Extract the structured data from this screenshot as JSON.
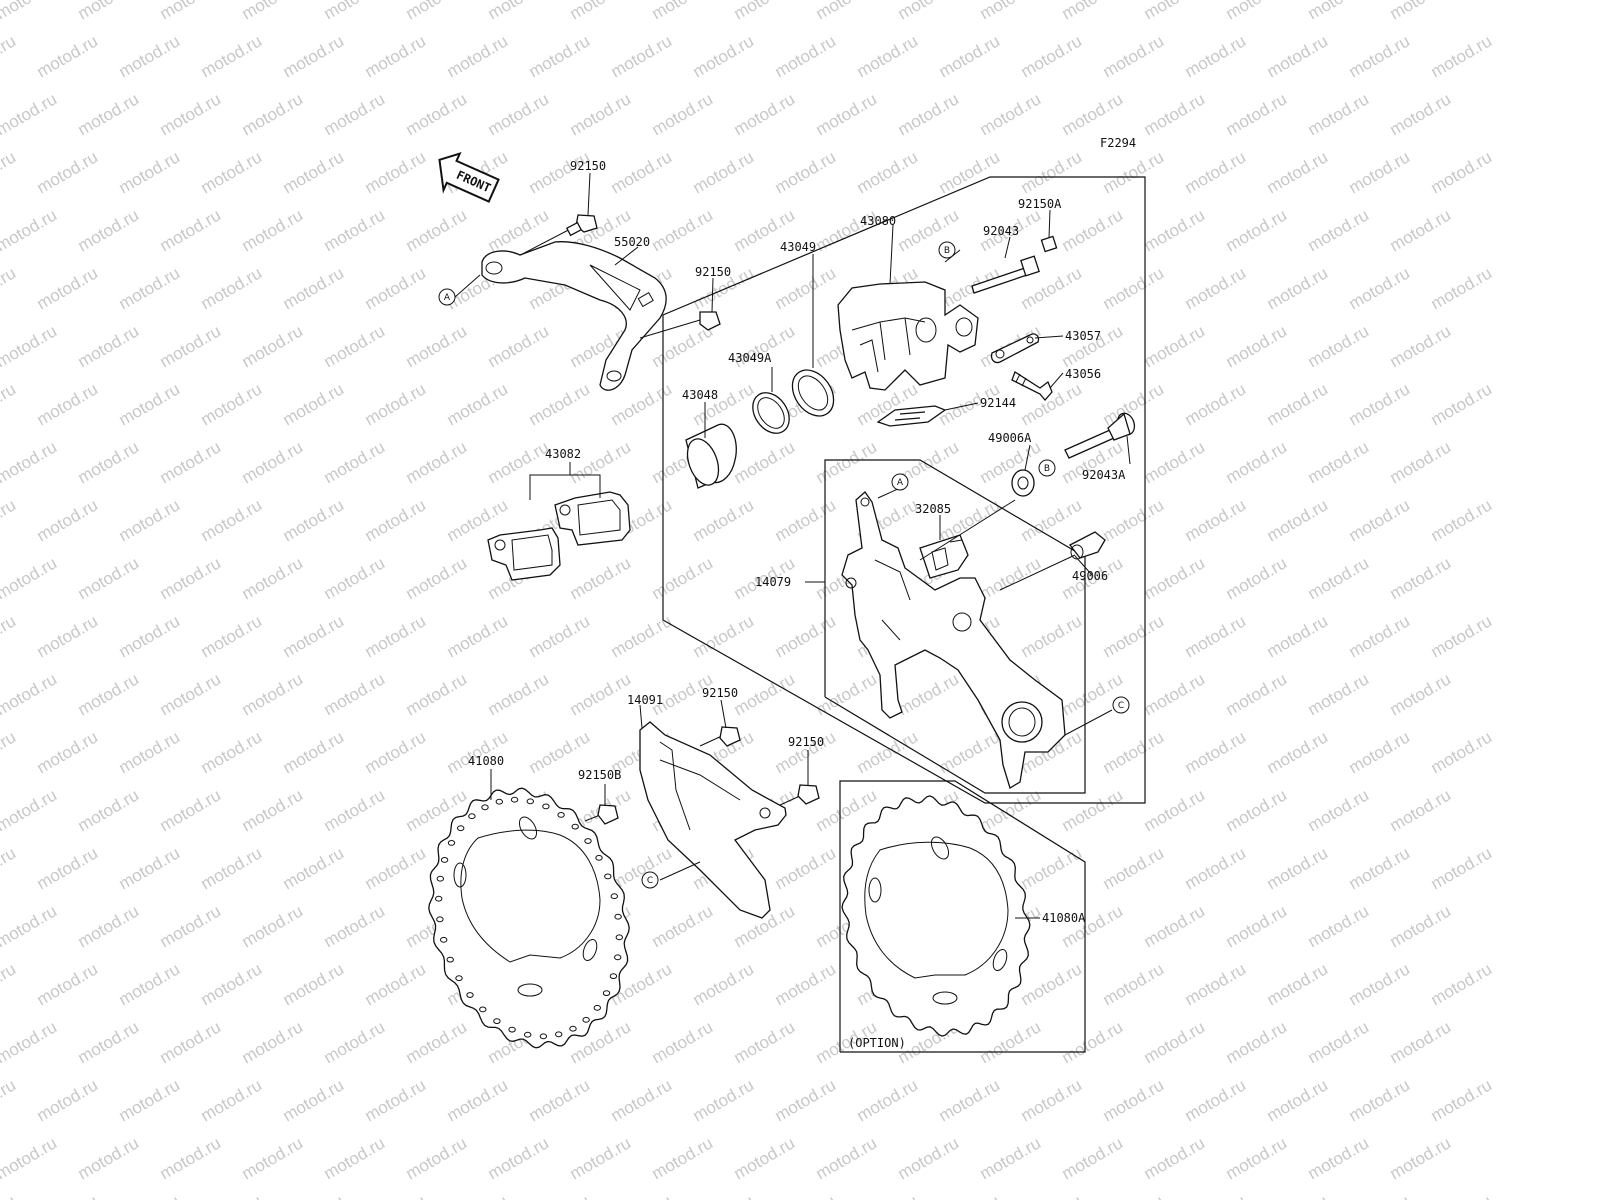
{
  "watermark": {
    "text": "motod.ru"
  },
  "figure_code": "F2294",
  "front_arrow": {
    "text": "FRONT"
  },
  "option_label": "(OPTION)",
  "refs": {
    "a": "A",
    "b": "B",
    "c": "C"
  },
  "parts": {
    "p92150_top": "92150",
    "p55020": "55020",
    "p92150_mid": "92150",
    "p43080": "43080",
    "p92150A": "92150A",
    "p92043": "92043",
    "p43057": "43057",
    "p43049": "43049",
    "p43049A": "43049A",
    "p43056": "43056",
    "p43048": "43048",
    "p92144": "92144",
    "p43082": "43082",
    "p49006A": "49006A",
    "p92043A": "92043A",
    "p32085": "32085",
    "p14079": "14079",
    "p49006": "49006",
    "p14091": "14091",
    "p92150_low1": "92150",
    "p41080": "41080",
    "p92150_low2": "92150",
    "p92150B": "92150B",
    "p41080A": "41080A"
  },
  "colors": {
    "line": "#111111",
    "watermark": "#c8c8c8",
    "background": "#ffffff"
  }
}
